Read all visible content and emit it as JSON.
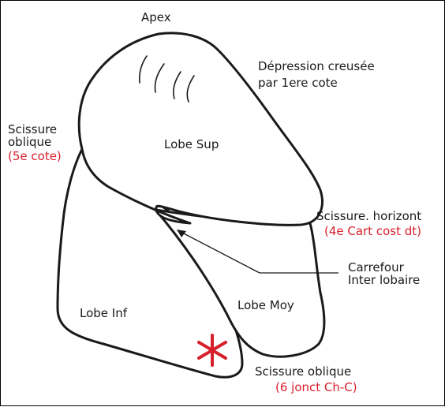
{
  "labels": {
    "apex": "Apex",
    "depression_line1": "Dépression creusée",
    "depression_line2": "par 1ere cote",
    "scissure_oblique_left_line1": "Scissure",
    "scissure_oblique_left_line2": "oblique",
    "scissure_oblique_left_rib": "(5e cote)",
    "lobe_sup": "Lobe Sup",
    "scissure_horizont": "Scissure. horizont",
    "scissure_horizont_ref": "(4e Cart cost dt)",
    "carrefour_line1": "Carrefour",
    "carrefour_line2": "Inter lobaire",
    "lobe_inf": "Lobe Inf",
    "lobe_moy": "Lobe Moy",
    "scissure_oblique_bottom": "Scissure oblique",
    "scissure_oblique_bottom_ref": "(6 jonct Ch-C)"
  },
  "colors": {
    "outline": "#1a1a1a",
    "annotation_red": "#d7202c",
    "text": "#1a1a1a"
  },
  "icons": {
    "marker": "asterisk-icon"
  }
}
